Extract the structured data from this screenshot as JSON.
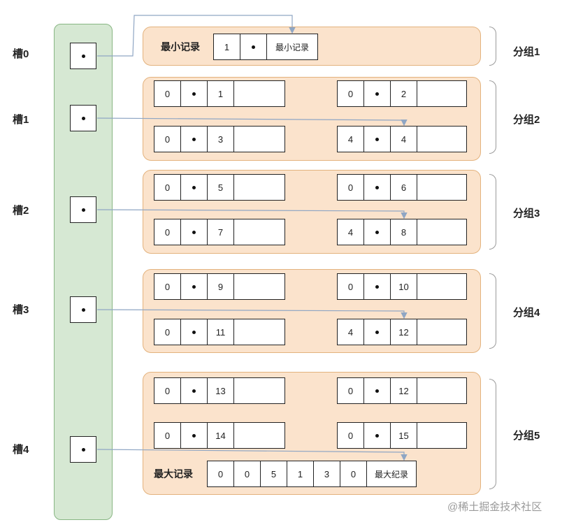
{
  "slots": [
    {
      "label": "槽0"
    },
    {
      "label": "槽1"
    },
    {
      "label": "槽2"
    },
    {
      "label": "槽3"
    },
    {
      "label": "槽4"
    }
  ],
  "groups": [
    {
      "label": "分组1"
    },
    {
      "label": "分组2"
    },
    {
      "label": "分组3"
    },
    {
      "label": "分组4"
    },
    {
      "label": "分组5"
    }
  ],
  "min_record": {
    "label": "最小记录",
    "cells": [
      "1",
      "最小记录"
    ]
  },
  "records": [
    {
      "a": "0",
      "c": "1"
    },
    {
      "a": "0",
      "c": "2"
    },
    {
      "a": "0",
      "c": "3"
    },
    {
      "a": "4",
      "c": "4"
    },
    {
      "a": "0",
      "c": "5"
    },
    {
      "a": "0",
      "c": "6"
    },
    {
      "a": "0",
      "c": "7"
    },
    {
      "a": "4",
      "c": "8"
    },
    {
      "a": "0",
      "c": "9"
    },
    {
      "a": "0",
      "c": "10"
    },
    {
      "a": "0",
      "c": "11"
    },
    {
      "a": "4",
      "c": "12"
    },
    {
      "a": "0",
      "c": "13"
    },
    {
      "a": "0",
      "c": "12"
    },
    {
      "a": "0",
      "c": "14"
    },
    {
      "a": "0",
      "c": "15"
    }
  ],
  "max_record": {
    "label": "最大记录",
    "cells": [
      "0",
      "0",
      "5",
      "1",
      "3",
      "0",
      "最大纪录"
    ]
  },
  "watermark": "@稀土掘金技术社区",
  "colors": {
    "slot_column": "#d6e8d3",
    "group_fill": "#fbe3cc",
    "group_border": "#e3b27d",
    "arrow": "#8fa6c4"
  }
}
